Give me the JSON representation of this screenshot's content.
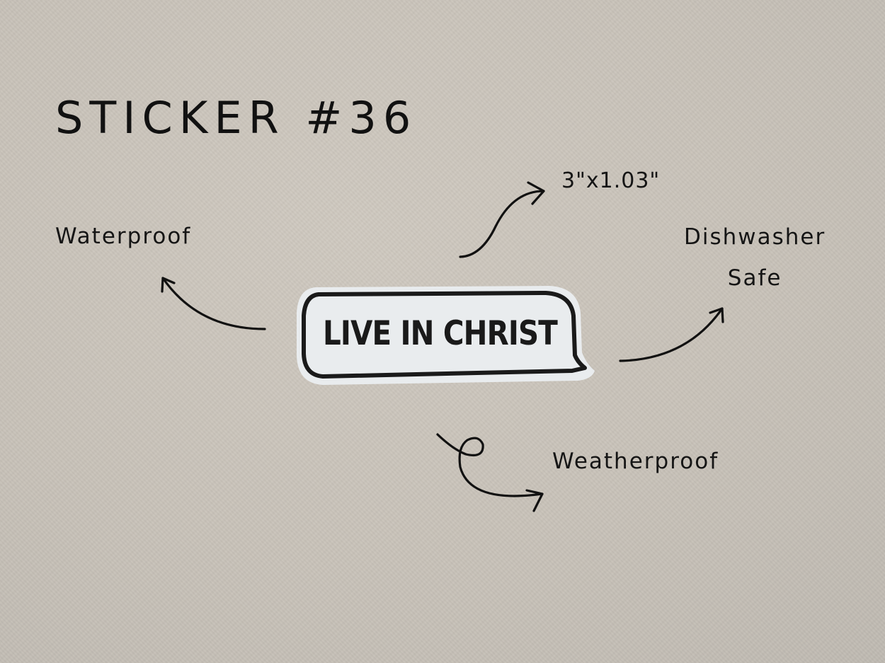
{
  "title": "STICKER #36",
  "sticker": {
    "text": "LIVE IN CHRIST",
    "shape": "speech-bubble",
    "fill": "#e9ecee",
    "outline": "#1a1a1a"
  },
  "features": {
    "size": "3\"x1.03\"",
    "waterproof": "Waterproof",
    "dishwasher_line1": "Dishwasher",
    "dishwasher_line2": "Safe",
    "weatherproof": "Weatherproof"
  },
  "colors": {
    "background": "#c9c3ba",
    "ink": "#111111"
  }
}
